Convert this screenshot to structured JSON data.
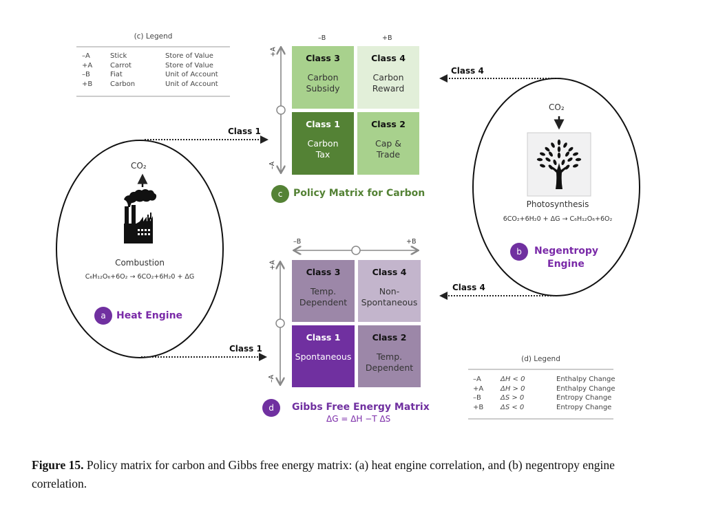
{
  "legend_c": {
    "title": "(c) Legend",
    "rows": [
      {
        "sign": "–A",
        "name": "Stick",
        "role": "Store of Value"
      },
      {
        "sign": "+A",
        "name": "Carrot",
        "role": "Store of Value"
      },
      {
        "sign": "–B",
        "name": "Fiat",
        "role": "Unit of Account"
      },
      {
        "sign": "+B",
        "name": "Carbon",
        "role": "Unit of Account"
      }
    ]
  },
  "legend_d": {
    "title": "(d) Legend",
    "rows": [
      {
        "sign": "–A",
        "cond": "ΔH < 0",
        "name": "Enthalpy Change"
      },
      {
        "sign": "+A",
        "cond": "ΔH > 0",
        "name": "Enthalpy Change"
      },
      {
        "sign": "–B",
        "cond": "ΔS > 0",
        "name": "Entropy Change"
      },
      {
        "sign": "+B",
        "cond": "ΔS < 0",
        "name": "Entropy Change"
      }
    ]
  },
  "matrix_c": {
    "badge": "c",
    "title": "Policy Matrix for Carbon",
    "axis": {
      "minus_b": "–B",
      "plus_b": "+B",
      "plus_a": "+A",
      "minus_a": "–A"
    },
    "color": "#5a8a3a",
    "cells": [
      {
        "cls": "Class 3",
        "line1": "Carbon",
        "line2": "Subsidy",
        "bg": "#a8d18d",
        "fg": "#333333",
        "cls_fg": "#111111"
      },
      {
        "cls": "Class 4",
        "line1": "Carbon",
        "line2": "Reward",
        "bg": "#e2efd9",
        "fg": "#333333",
        "cls_fg": "#111111"
      },
      {
        "cls": "Class 1",
        "line1": "Carbon",
        "line2": "Tax",
        "bg": "#548235",
        "fg": "#ffffff",
        "cls_fg": "#ffffff"
      },
      {
        "cls": "Class 2",
        "line1": "Cap &",
        "line2": "Trade",
        "bg": "#a8d18d",
        "fg": "#333333",
        "cls_fg": "#111111"
      }
    ]
  },
  "matrix_d": {
    "badge": "d",
    "title": "Gibbs Free Energy Matrix",
    "equation": "ΔG = ΔH −T ΔS",
    "axis": {
      "minus_b": "–B",
      "plus_b": "+B",
      "plus_a": "+A",
      "minus_a": "–A"
    },
    "color": "#7a2aa8",
    "cells": [
      {
        "cls": "Class 3",
        "line1": "Temp.",
        "line2": "Dependent",
        "bg": "#9c87a8",
        "fg": "#333333",
        "cls_fg": "#111111"
      },
      {
        "cls": "Class 4",
        "line1": "Non-",
        "line2": "Spontaneous",
        "bg": "#c3b5cc",
        "fg": "#333333",
        "cls_fg": "#111111"
      },
      {
        "cls": "Class 1",
        "line1": "Spontaneous",
        "line2": "",
        "bg": "#7030a0",
        "fg": "#ffffff",
        "cls_fg": "#ffffff"
      },
      {
        "cls": "Class 2",
        "line1": "Temp.",
        "line2": "Dependent",
        "bg": "#9c87a8",
        "fg": "#333333",
        "cls_fg": "#111111"
      }
    ]
  },
  "heat_engine": {
    "badge": "a",
    "title": "Heat Engine",
    "co2": "CO₂",
    "process": "Combustion",
    "equation": "C₆H₁₂O₆+6O₂ → 6CO₂+6H₂0 + ΔG",
    "icon": "factory-icon"
  },
  "negentropy_engine": {
    "badge": "b",
    "title_line1": "Negentropy",
    "title_line2": "Engine",
    "co2": "CO₂",
    "process": "Photosynthesis",
    "equation": "6CO₂+6H₂0 + ΔG → C₆H₁₂O₆+6O₂",
    "icon": "tree-icon"
  },
  "arrows": {
    "heat_to_c": "Class 1",
    "heat_to_d": "Class 1",
    "neg_to_c": "Class 4",
    "neg_to_d": "Class 4"
  },
  "caption": {
    "label": "Figure 15.",
    "text": " Policy matrix for carbon and Gibbs free energy matrix: (a) heat engine correlation, and (b) negentropy engine correlation."
  }
}
